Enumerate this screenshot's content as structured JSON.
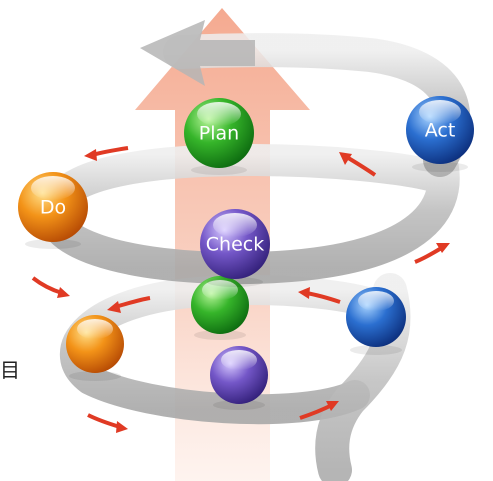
{
  "nodes": {
    "plan": {
      "label": "Plan",
      "color": "#2fb52f"
    },
    "do": {
      "label": "Do",
      "color": "#f08a12"
    },
    "check": {
      "label": "Check",
      "color": "#6c4fc2"
    },
    "act": {
      "label": "Act",
      "color": "#1e62c8"
    }
  },
  "colors": {
    "spiral": "#c9c9c9",
    "up_arrow": "#f5b9a3",
    "cycle_arrow": "#e03a24"
  },
  "edge_glyph": "目"
}
